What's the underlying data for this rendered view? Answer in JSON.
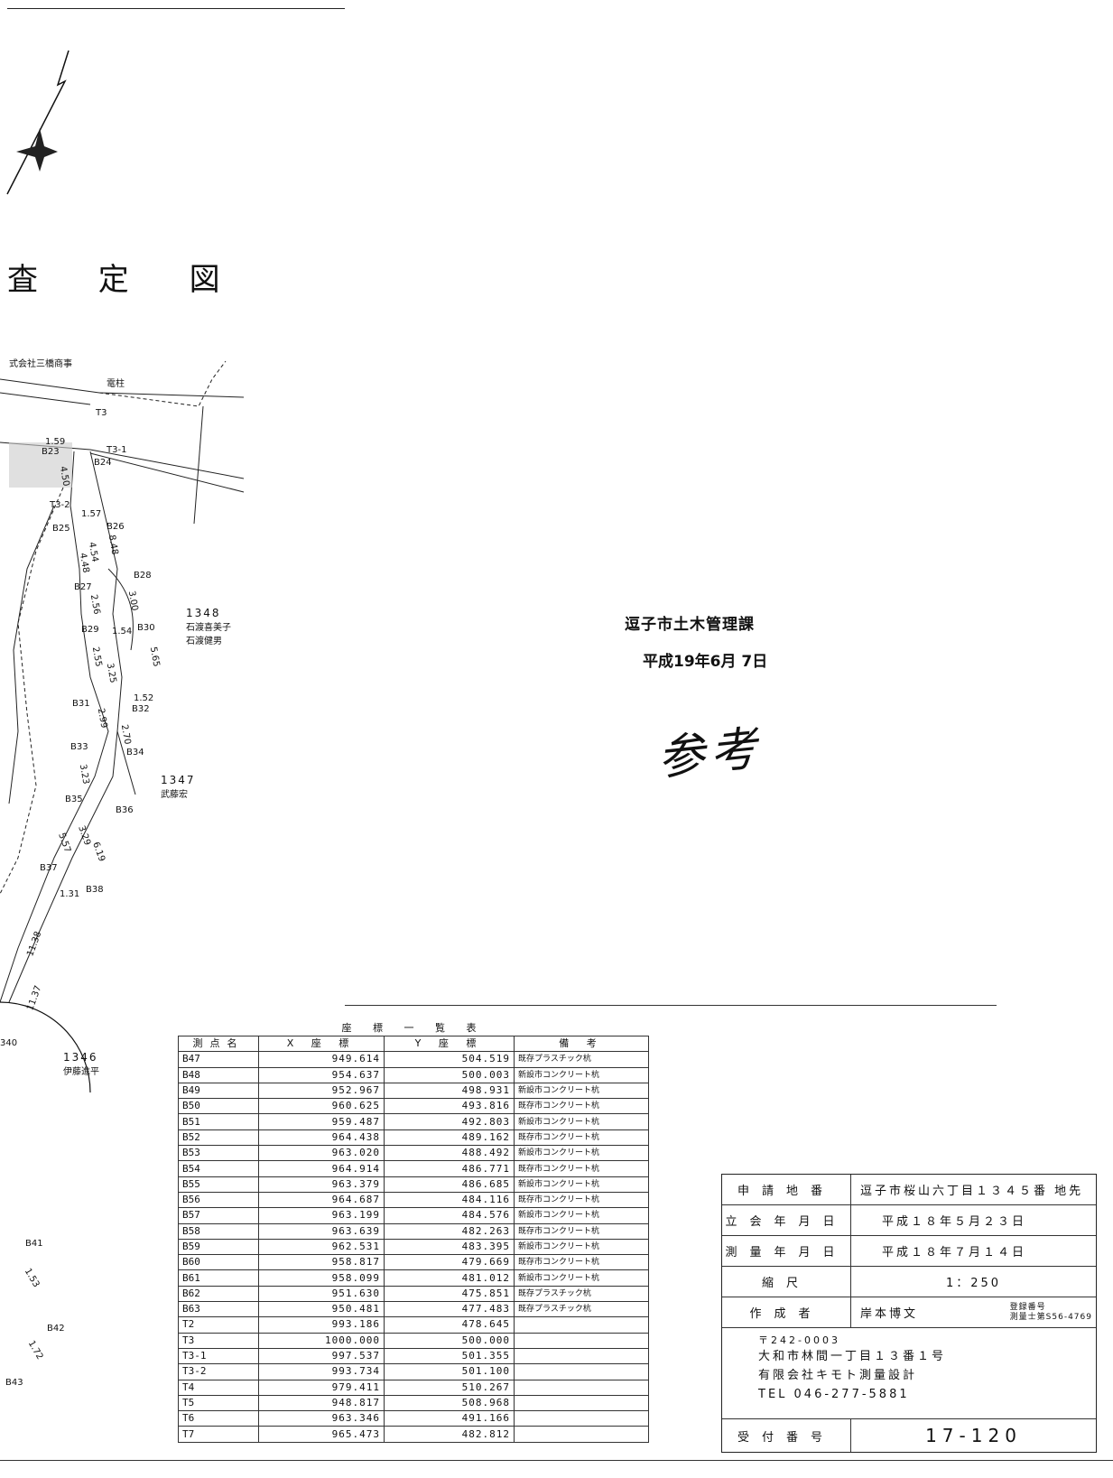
{
  "title": "査 定 図",
  "stamp": {
    "office": "逗子市土木管理課",
    "date": "平成19年6月 7日",
    "mark": "参考"
  },
  "map": {
    "company_label": "式会社三橋商事",
    "pole_label": "電柱",
    "lots": [
      {
        "number": "1348",
        "owners": [
          "石渡喜美子",
          "石渡健男"
        ]
      },
      {
        "number": "1347",
        "owners": [
          "武藤宏"
        ]
      },
      {
        "number": "1346",
        "owners": [
          "伊藤進平"
        ]
      },
      {
        "number": "340",
        "owners": []
      }
    ],
    "points": [
      "T3",
      "T3-1",
      "T3-2",
      "B23",
      "B24",
      "B25",
      "B26",
      "B27",
      "B28",
      "B29",
      "B30",
      "B31",
      "B32",
      "B33",
      "B34",
      "B35",
      "B36",
      "B37",
      "B38",
      "B41",
      "B42",
      "B43"
    ],
    "distances": [
      "1.59",
      "4.50",
      "1.57",
      "8.48",
      "4.54",
      "4.48",
      "2.56",
      "3.00",
      "1.54",
      "2.55",
      "5.65",
      "3.25",
      "1.52",
      "2.70",
      "2.99",
      "3.23",
      "3.29",
      "5.57",
      "6.19",
      "1.31",
      "11.38",
      "11.37",
      "1.53",
      "1.72"
    ]
  },
  "coord_table": {
    "title": "座 標 一 覧 表",
    "headers": [
      "測点名",
      "X 座 標",
      "Y 座 標",
      "備 考"
    ],
    "rows": [
      [
        "B47",
        "949.614",
        "504.519",
        "既存プラスチック杭"
      ],
      [
        "B48",
        "954.637",
        "500.003",
        "新設市コンクリート杭"
      ],
      [
        "B49",
        "952.967",
        "498.931",
        "新設市コンクリート杭"
      ],
      [
        "B50",
        "960.625",
        "493.816",
        "既存市コンクリート杭"
      ],
      [
        "B51",
        "959.487",
        "492.803",
        "新設市コンクリート杭"
      ],
      [
        "B52",
        "964.438",
        "489.162",
        "既存市コンクリート杭"
      ],
      [
        "B53",
        "963.020",
        "488.492",
        "新設市コンクリート杭"
      ],
      [
        "B54",
        "964.914",
        "486.771",
        "既存市コンクリート杭"
      ],
      [
        "B55",
        "963.379",
        "486.685",
        "新設市コンクリート杭"
      ],
      [
        "B56",
        "964.687",
        "484.116",
        "既存市コンクリート杭"
      ],
      [
        "B57",
        "963.199",
        "484.576",
        "新設市コンクリート杭"
      ],
      [
        "B58",
        "963.639",
        "482.263",
        "既存市コンクリート杭"
      ],
      [
        "B59",
        "962.531",
        "483.395",
        "新設市コンクリート杭"
      ],
      [
        "B60",
        "958.817",
        "479.669",
        "既存市コンクリート杭"
      ],
      [
        "B61",
        "958.099",
        "481.012",
        "新設市コンクリート杭"
      ],
      [
        "B62",
        "951.630",
        "475.851",
        "既存プラスチック杭"
      ],
      [
        "B63",
        "950.481",
        "477.483",
        "既存プラスチック杭"
      ],
      [
        "T2",
        "993.186",
        "478.645",
        ""
      ],
      [
        "T3",
        "1000.000",
        "500.000",
        ""
      ],
      [
        "T3-1",
        "997.537",
        "501.355",
        ""
      ],
      [
        "T3-2",
        "993.734",
        "501.100",
        ""
      ],
      [
        "T4",
        "979.411",
        "510.267",
        ""
      ],
      [
        "T5",
        "948.817",
        "508.968",
        ""
      ],
      [
        "T6",
        "963.346",
        "491.166",
        ""
      ],
      [
        "T7",
        "965.473",
        "482.812",
        ""
      ]
    ]
  },
  "info": {
    "rows": [
      {
        "label": "申請地番",
        "value": "逗子市桜山六丁目１３４５番 地先"
      },
      {
        "label": "立会年月日",
        "value": "平成１８年５月２３日"
      },
      {
        "label": "測量年月日",
        "value": "平成１８年７月１４日"
      },
      {
        "label": "縮尺",
        "value": "1：250"
      },
      {
        "label": "作成者",
        "value": "岸本博文"
      }
    ],
    "registration_label": "登録番号",
    "registration_value": "測量士第S56-4769",
    "postal": "〒242-0003",
    "address": "大和市林間一丁目１３番１号",
    "company": "有限会社キモト測量設計",
    "tel": "TEL 046-277-5881",
    "receipt_label": "受付番号",
    "receipt_value": "17-120"
  }
}
